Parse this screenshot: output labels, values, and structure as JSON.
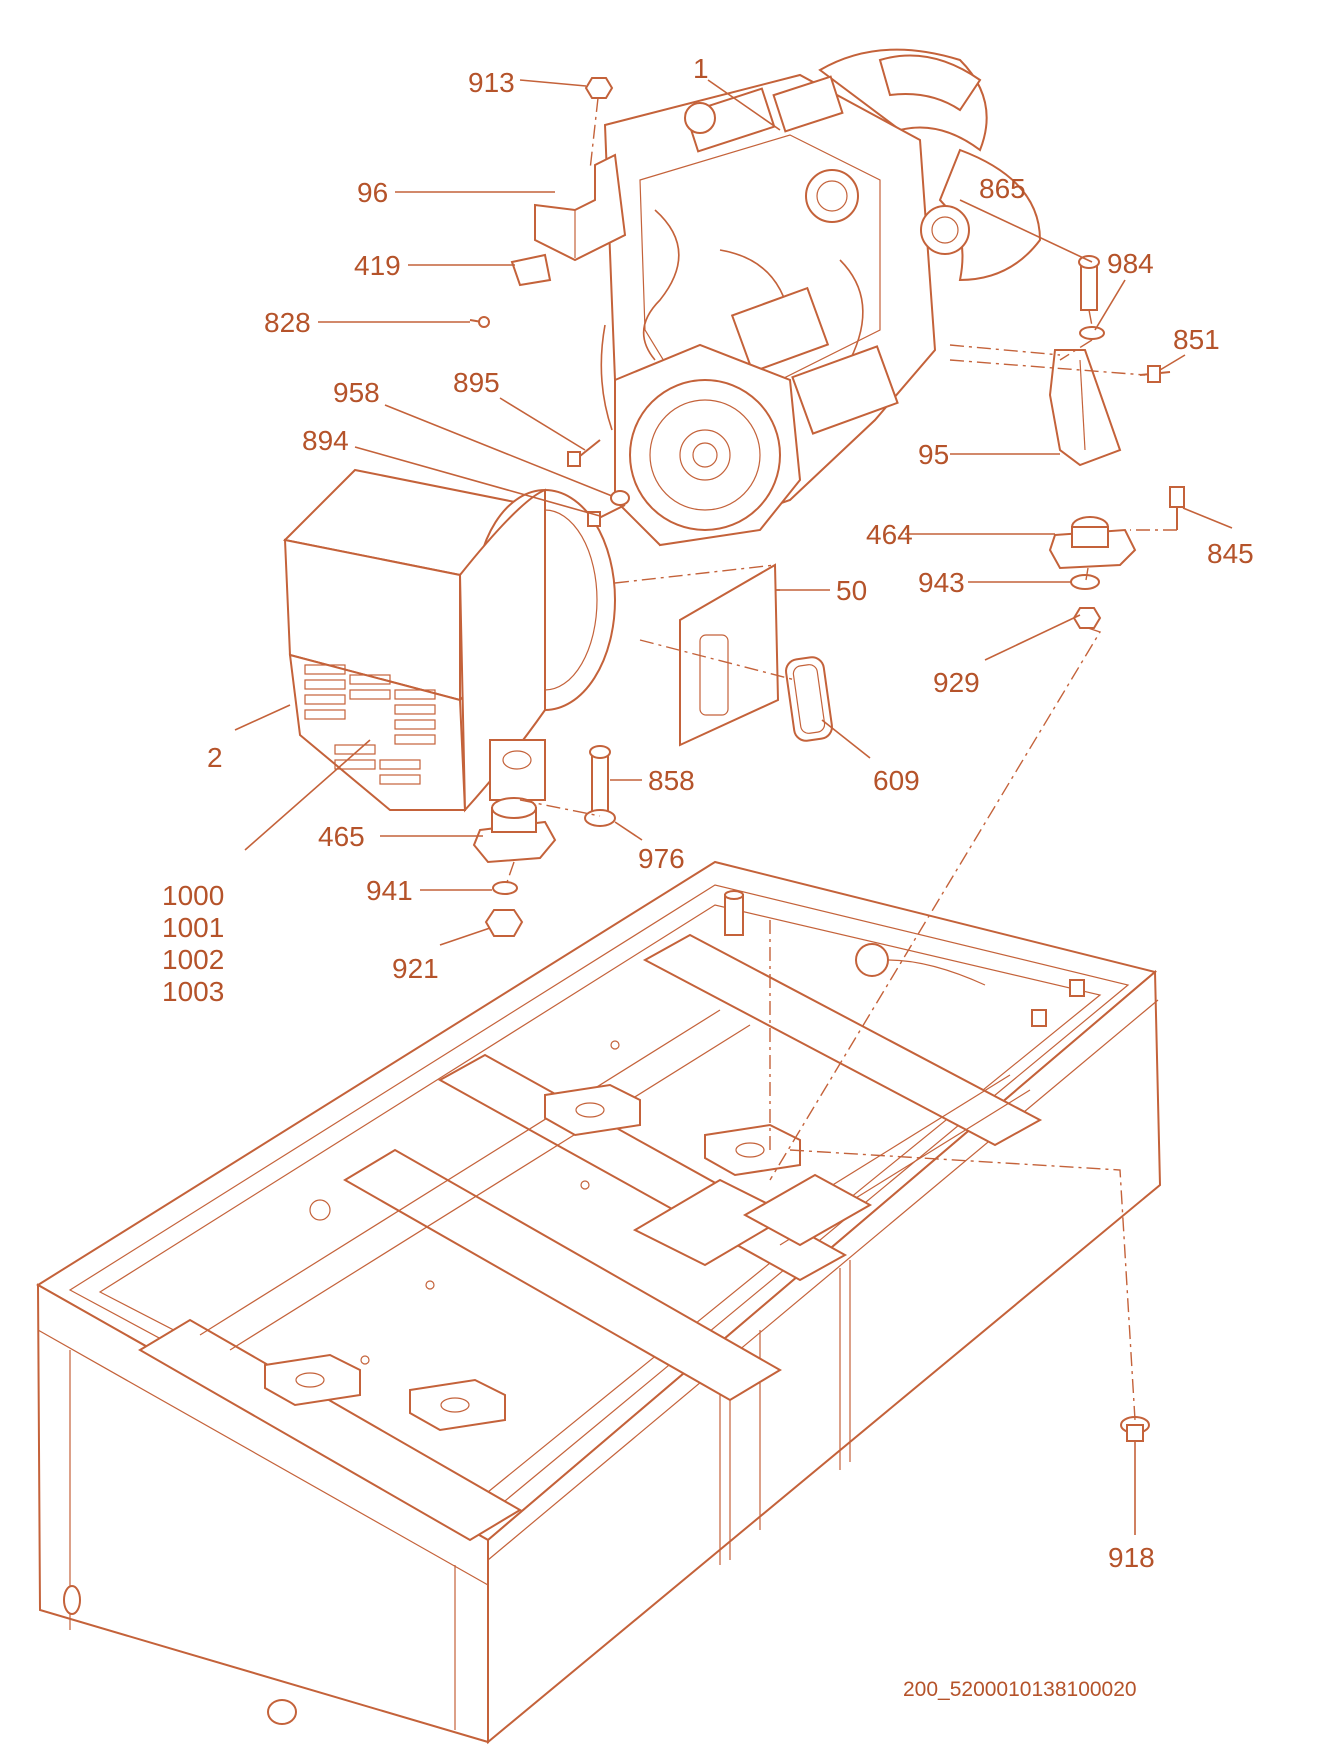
{
  "drawing_code": "200_5200010138100020",
  "colors": {
    "line": "#c4623a",
    "text": "#b5532a",
    "background": "#ffffff"
  },
  "callouts": {
    "c913": "913",
    "c1": "1",
    "c96": "96",
    "c865": "865",
    "c419": "419",
    "c984": "984",
    "c828": "828",
    "c851": "851",
    "c958": "958",
    "c895": "895",
    "c894": "894",
    "c95": "95",
    "c845": "845",
    "c464": "464",
    "c50": "50",
    "c943": "943",
    "c929": "929",
    "c2": "2",
    "c609": "609",
    "c858": "858",
    "c465": "465",
    "c976": "976",
    "c1000": "1000",
    "c1001": "1001",
    "c1002": "1002",
    "c1003": "1003",
    "c941": "941",
    "c921": "921",
    "c918": "918"
  }
}
